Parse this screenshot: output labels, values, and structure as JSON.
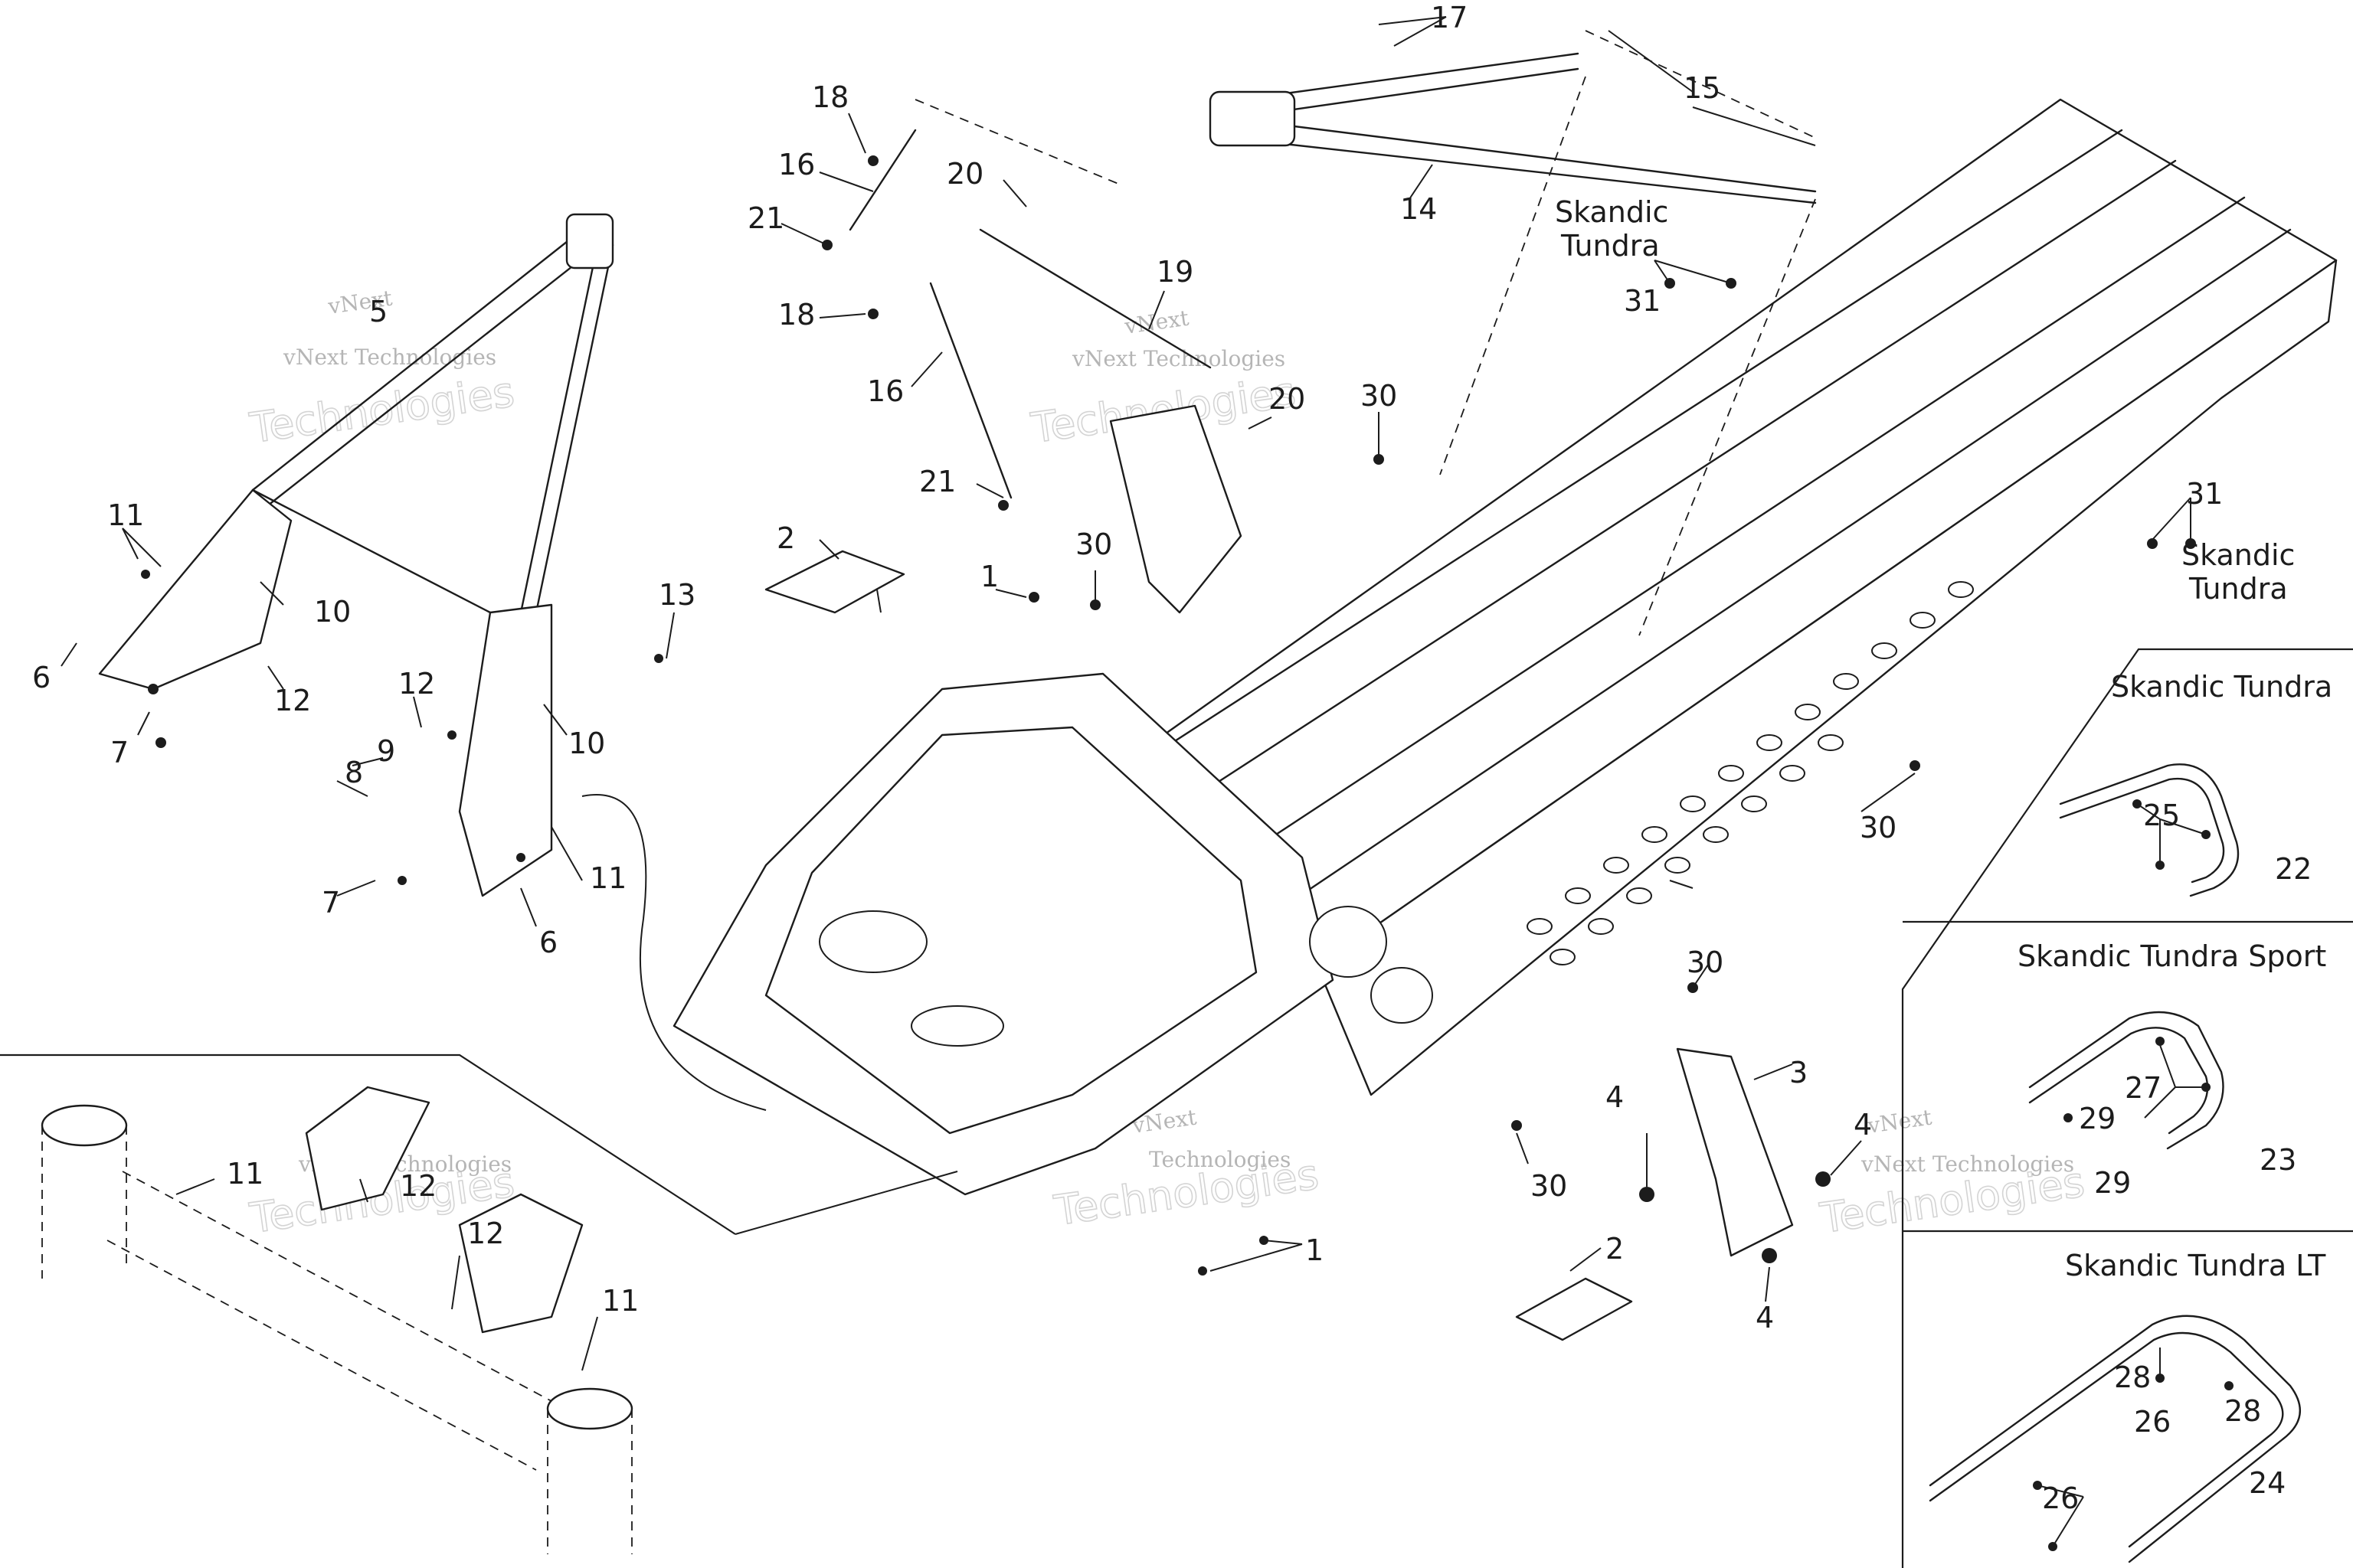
{
  "watermark": {
    "brand": "vNext",
    "line1": "vNext Technologies",
    "line2": "Technologies"
  },
  "callouts": [
    "1",
    "2",
    "3",
    "4",
    "5",
    "6",
    "7",
    "8",
    "9",
    "10",
    "11",
    "12",
    "13",
    "14",
    "15",
    "16",
    "17",
    "18",
    "19",
    "20",
    "21",
    "22",
    "23",
    "24",
    "25",
    "26",
    "27",
    "28",
    "29",
    "30",
    "31"
  ],
  "variant_labels": {
    "skandic": "Skandic",
    "tundra": "Tundra",
    "skandic_tundra": "Skandic Tundra",
    "skandic_tundra_sport": "Skandic Tundra Sport",
    "skandic_tundra_lt": "Skandic Tundra LT"
  }
}
